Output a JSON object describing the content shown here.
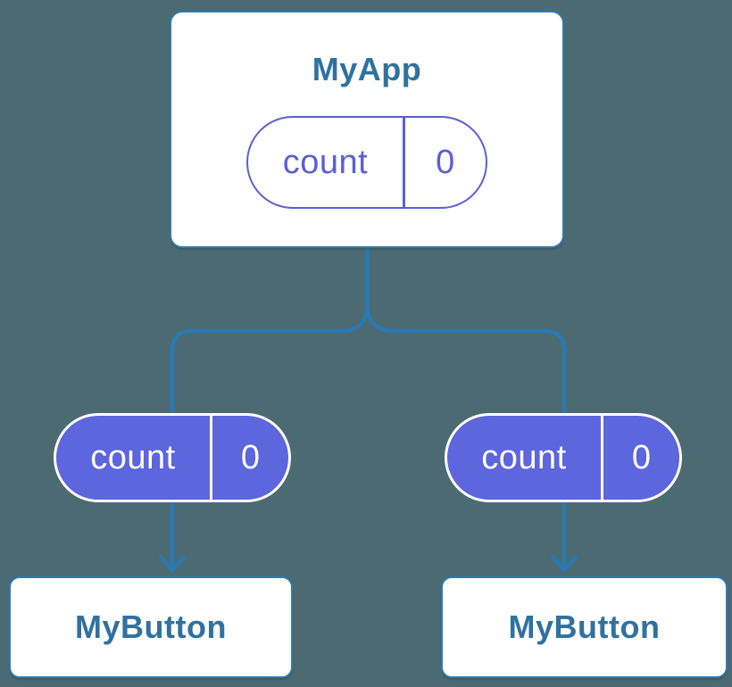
{
  "diagram": {
    "description": "React component tree sharing state",
    "root": {
      "title": "MyApp",
      "state": {
        "label": "count",
        "value": "0"
      }
    },
    "children": [
      {
        "title": "MyButton",
        "prop": {
          "label": "count",
          "value": "0"
        }
      },
      {
        "title": "MyButton",
        "prop": {
          "label": "count",
          "value": "0"
        }
      }
    ],
    "colors": {
      "background": "#4C6A71",
      "card_background": "#FFFFFF",
      "card_border": "#2E7BB1",
      "component_text": "#30719F",
      "connector": "#2A79B2",
      "state_purple": "#5A5FD8",
      "prop_pill_fill": "#5D66DC",
      "prop_pill_text": "#FFFFFF"
    }
  }
}
